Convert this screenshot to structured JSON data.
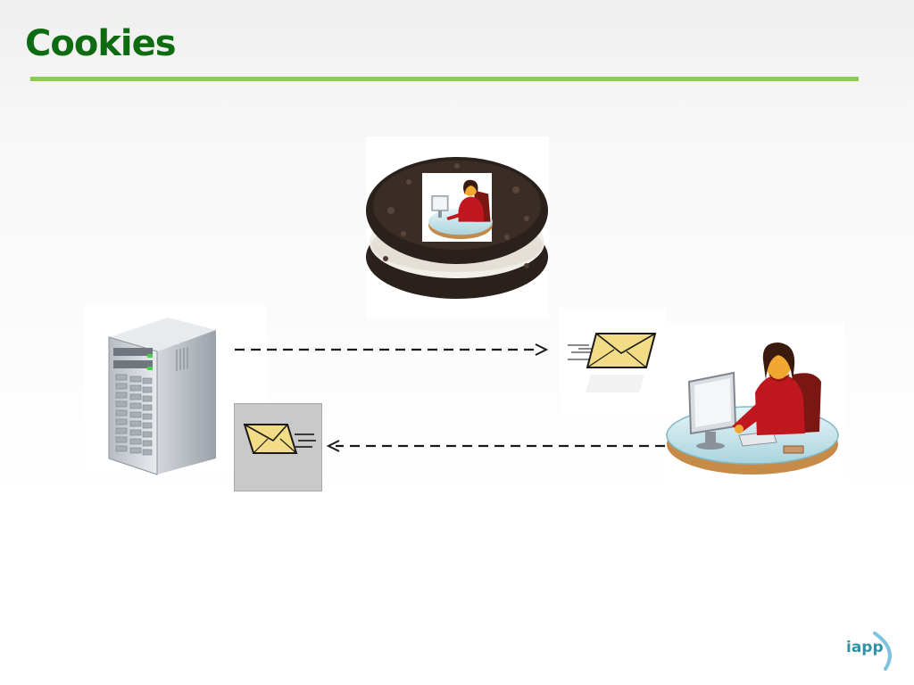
{
  "slide": {
    "title": "Cookies",
    "logo_text": "iapp"
  },
  "colors": {
    "title": "#0f6b12",
    "rule": "#8bcc4a",
    "cookie_dark": "#2b211c",
    "cookie_cream": "#f2efe9",
    "envelope": "#f2dc86",
    "shirt": "#c0171e",
    "desk": "#cfe8ee",
    "logo_text": "#2f93a6",
    "logo_arc": "#7fc4dc"
  },
  "icons": {
    "server": "server-icon",
    "cookie": "cookie-icon",
    "user": "user-at-computer-icon",
    "envelope": "envelope-icon"
  },
  "diagram": {
    "arrow_right": "server-to-user-request-arrow",
    "arrow_left": "user-to-server-request-arrow"
  }
}
